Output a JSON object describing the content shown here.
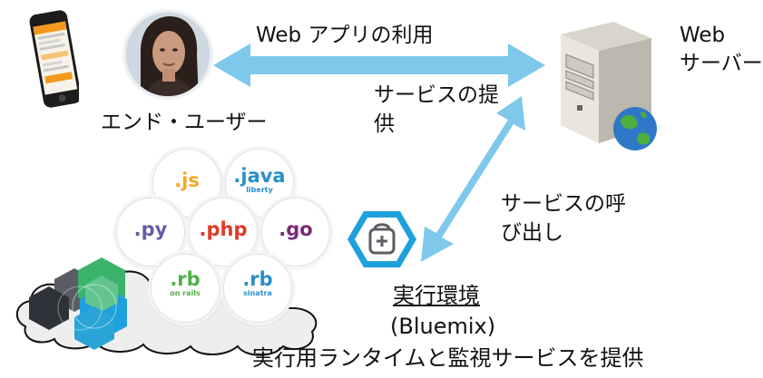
{
  "labels": {
    "web_app_usage": "Web アプリの利用",
    "web_server_line1": "Web",
    "web_server_line2": "サーバー",
    "end_user": "エンド・ユーザー",
    "service_provide_line1": "サービスの提",
    "service_provide_line2": "供",
    "service_call_line1": "サービスの呼",
    "service_call_line2": "び出し",
    "runtime_title": "実行環境",
    "runtime_name": "(Bluemix)",
    "runtime_desc": "実行用ランタイムと監視サービスを提供"
  },
  "runtimes": {
    "js": {
      "main": ".js",
      "sub": ""
    },
    "java": {
      "main": ".java",
      "sub": "liberty"
    },
    "py": {
      "main": ".py",
      "sub": ""
    },
    "php": {
      "main": ".php",
      "sub": ""
    },
    "go": {
      "main": ".go",
      "sub": ""
    },
    "rb_rails": {
      "main": ".rb",
      "sub": "on rails"
    },
    "rb_sinatra": {
      "main": ".rb",
      "sub": "sinatra"
    }
  },
  "colors": {
    "arrow": "#7ec8ec",
    "js": "#f5a623",
    "java": "#2a8fc9",
    "py": "#6a5aa8",
    "php": "#e0392a",
    "go": "#7a2a76",
    "rb": "#4fb04a",
    "hex_blue": "#1ea0dc"
  }
}
